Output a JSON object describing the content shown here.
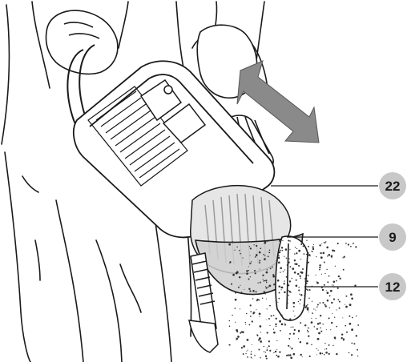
{
  "figure": {
    "callouts": [
      {
        "id": "22",
        "label": "22"
      },
      {
        "id": "9",
        "label": "9"
      },
      {
        "id": "12",
        "label": "12"
      }
    ],
    "colors": {
      "line": "#1a1a1a",
      "badge": "#c8c8c8",
      "arrow": "#8a8a8a",
      "filter": "#9a9a9a",
      "container": "#bdbdbd",
      "debris": "#333333"
    }
  }
}
